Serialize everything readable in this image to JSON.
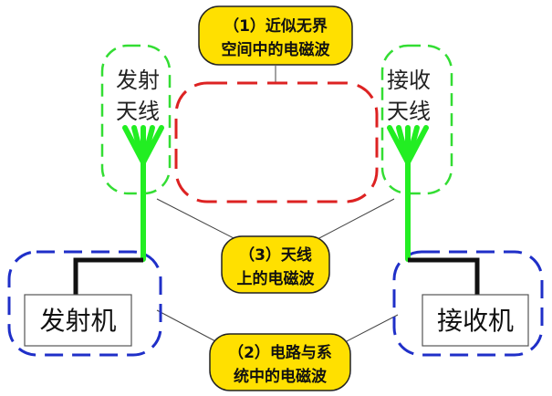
{
  "colors": {
    "antenna": "#22ee22",
    "antenna_region": "#33dd33",
    "space_region": "#dd2222",
    "circuit_region": "#1f2fc8",
    "callout_fill": "#ffe000",
    "callout_stroke": "#222222",
    "wire": "#111111",
    "leader": "#444444"
  },
  "callouts": {
    "free_space": {
      "line1": "（1）近似无界",
      "line2": "空间中的电磁波"
    },
    "antenna": {
      "line1": "（3）天线",
      "line2": "上的电磁波"
    },
    "circuit": {
      "line1": "（2）电路与系",
      "line2": "统中的电磁波"
    }
  },
  "transmit_antenna": {
    "line1": "发射",
    "line2": "天线"
  },
  "receive_antenna": {
    "line1": "接收",
    "line2": "天线"
  },
  "transmitter": {
    "label": "发射机"
  },
  "receiver": {
    "label": "接收机"
  }
}
